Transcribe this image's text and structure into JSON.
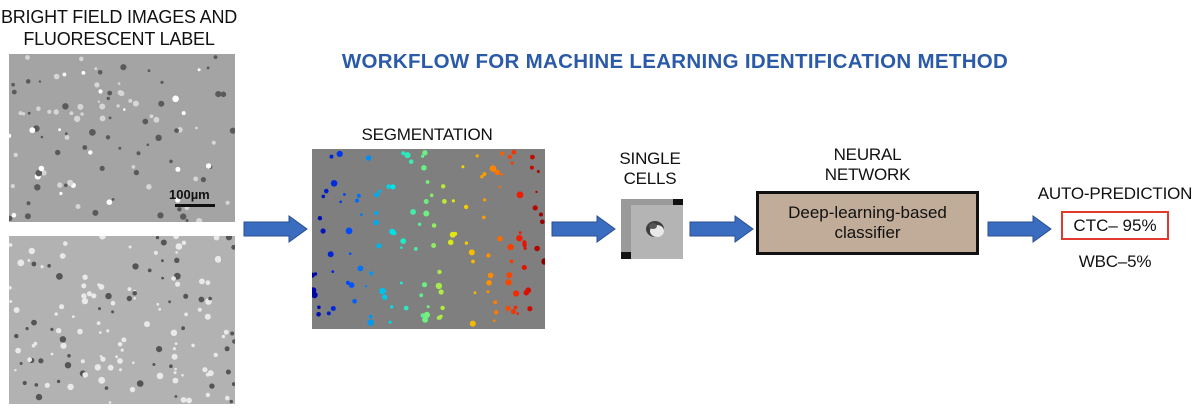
{
  "title": "WORKFLOW FOR MACHINE LEARNING IDENTIFICATION METHOD",
  "input": {
    "heading_line1": "BRIGHT FIELD IMAGES AND",
    "heading_line2": "FLUORESCENT LABEL",
    "scale_bar_label": "100µm"
  },
  "steps": {
    "segmentation": {
      "label": "SEGMENTATION"
    },
    "single_cells": {
      "label_line1": "SINGLE",
      "label_line2": "CELLS"
    },
    "neural_network": {
      "label_line1": "NEURAL",
      "label_line2": "NETWORK",
      "box_line1": "Deep-learning-based",
      "box_line2": "classifier"
    },
    "auto_prediction": {
      "label": "AUTO-PREDICTION",
      "primary_result": "CTC– 95%",
      "secondary_result": "WBC–5%"
    }
  },
  "colors": {
    "title_blue": "#2a5aa8",
    "arrow_blue": "#3a6cc0",
    "classifier_fill": "#c0ac98",
    "highlight_red": "#e03a2f",
    "micrograph_gray": "#a9a9a9",
    "segmentation_bg": "#7f7f7f"
  },
  "icons": {
    "flow_arrow": "right-arrow-icon"
  }
}
